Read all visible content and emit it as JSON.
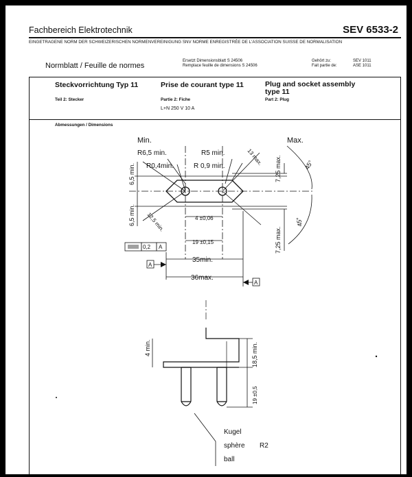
{
  "header": {
    "department": "Fachbereich Elektrotechnik",
    "doc_number": "SEV 6533-2",
    "subtitle": "EINGETRAGENE NORM DER SCHWEIZERISCHEN NORMENVEREINIGUNG SNV NORME ENREGISTRÉE DE L'ASSOCIATION SUISSE DE NORMALISATION"
  },
  "meta": {
    "normblatt": "Normblatt / Feuille de normes",
    "replaces_de": "Ersetzt Dimensionsblatt S 24506",
    "replaces_fr": "Remplace feuille de dimensions S 24506",
    "belongs_de": "Gehört zu:",
    "belongs_fr": "Fait partie de:",
    "belongs_sev": "SEV 1011",
    "belongs_ase": "ASE 1011"
  },
  "titles": {
    "de": "Steckvorrichtung Typ 11",
    "fr": "Prise de courant type 11",
    "en_line1": "Plug and socket assembly",
    "en_line2": "type 11",
    "part_de": "Teil 2: Stecker",
    "part_fr": "Partie 2: Fiche",
    "part_en": "Part 2: Plug",
    "rating": "L+N 250 V 10 A"
  },
  "section": {
    "dimensions": "Abmessungen / Dimensions"
  },
  "drawing": {
    "min": "Min.",
    "max": "Max.",
    "r65": "R6,5 min.",
    "r5": "R5 min.",
    "r04": "R0,4min.",
    "r09": "R 0,9 min.",
    "d65_top": "6,5 min.",
    "d65_bot": "6,5 min.",
    "d725_top": "7,25 max.",
    "d725_bot": "7,25 max.",
    "d13": "13 max.",
    "d125": "12,5 min.",
    "d4": "4 ±0,06",
    "d19": "19 ±0,15",
    "d35": "35min.",
    "d36": "36max.",
    "a45_top": "45°",
    "a45_bot": "45°",
    "tol_value": "0,2",
    "datum": "A",
    "d4min": "4 min.",
    "d185": "18,5 min.",
    "d19b": "19 ±0,5",
    "kugel": "Kugel",
    "sphere": "sphère",
    "r2": "R2",
    "ball": "ball"
  }
}
